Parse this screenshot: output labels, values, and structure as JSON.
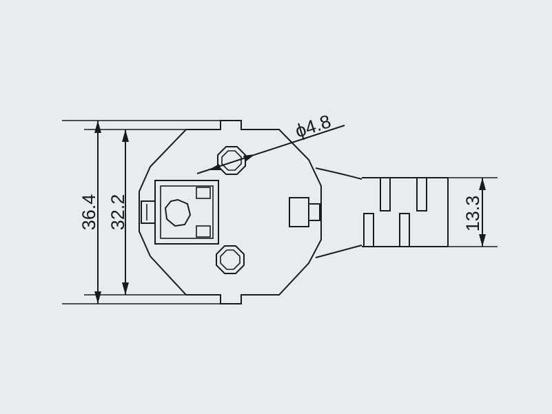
{
  "dimensions": {
    "overall_height": "36.4",
    "inner_height": "32.2",
    "pin_diameter": "ϕ4.8",
    "cable_width": "13.3"
  },
  "colors": {
    "background": "#e8ecf0",
    "line": "#1a1a1a"
  }
}
